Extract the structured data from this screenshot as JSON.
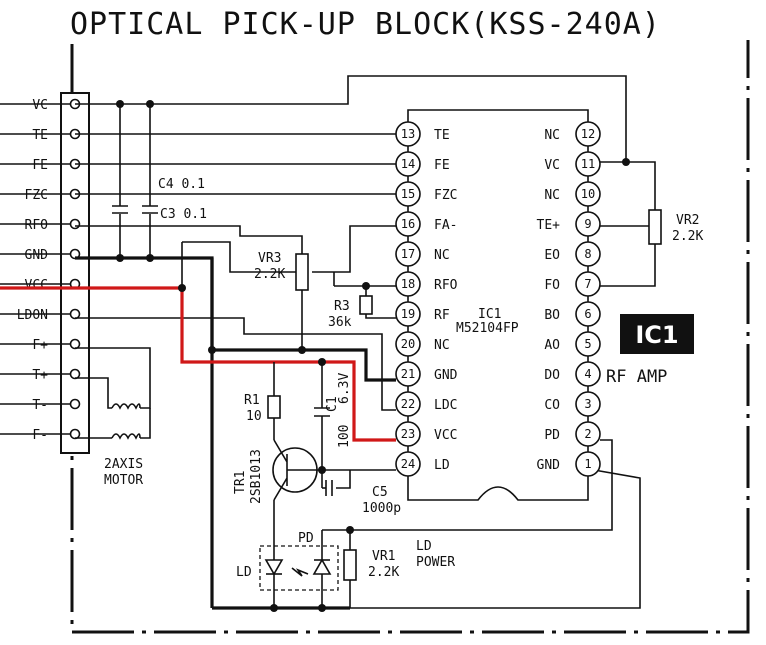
{
  "title": "OPTICAL PICK-UP BLOCK(KSS-240A)",
  "connector_labels": [
    "VC",
    "TE",
    "FE",
    "FZC",
    "RFO",
    "GND",
    "VCC",
    "LDON",
    "F+",
    "T+",
    "T-",
    "F-"
  ],
  "ic": {
    "ref": "IC1",
    "part": "M52104FP",
    "badge": "IC1",
    "function": "RF  AMP",
    "left_pins": [
      {
        "num": "13",
        "name": "TE"
      },
      {
        "num": "14",
        "name": "FE"
      },
      {
        "num": "15",
        "name": "FZC"
      },
      {
        "num": "16",
        "name": "FA-"
      },
      {
        "num": "17",
        "name": "NC"
      },
      {
        "num": "18",
        "name": "RFO"
      },
      {
        "num": "19",
        "name": "RF"
      },
      {
        "num": "20",
        "name": "NC"
      },
      {
        "num": "21",
        "name": "GND"
      },
      {
        "num": "22",
        "name": "LDC"
      },
      {
        "num": "23",
        "name": "VCC"
      },
      {
        "num": "24",
        "name": "LD"
      }
    ],
    "right_pins": [
      {
        "num": "12",
        "name": "NC"
      },
      {
        "num": "11",
        "name": "VC"
      },
      {
        "num": "10",
        "name": "NC"
      },
      {
        "num": "9",
        "name": "TE+"
      },
      {
        "num": "8",
        "name": "EO"
      },
      {
        "num": "7",
        "name": "FO"
      },
      {
        "num": "6",
        "name": "BO"
      },
      {
        "num": "5",
        "name": "AO"
      },
      {
        "num": "4",
        "name": "DO"
      },
      {
        "num": "3",
        "name": "CO"
      },
      {
        "num": "2",
        "name": "PD"
      },
      {
        "num": "1",
        "name": "GND"
      }
    ]
  },
  "components": {
    "c4": {
      "ref": "C4",
      "value": "0.1"
    },
    "c3": {
      "ref": "C3",
      "value": "0.1"
    },
    "vr3": {
      "ref": "VR3",
      "value": "2.2K"
    },
    "r3": {
      "ref": "R3",
      "value": "36k"
    },
    "vr2": {
      "ref": "VR2",
      "value": "2.2K"
    },
    "r1": {
      "ref": "R1",
      "value": "10"
    },
    "c1": {
      "ref": "C1",
      "value": "100",
      "voltage": "6.3V"
    },
    "tr1": {
      "ref": "TR1",
      "value": "2SB1013"
    },
    "c5": {
      "ref": "C5",
      "value": "1000p"
    },
    "vr1": {
      "ref": "VR1",
      "value": "2.2K",
      "function_line1": "LD",
      "function_line2": "POWER"
    },
    "motor": {
      "line1": "2AXIS",
      "line2": "MOTOR"
    }
  },
  "diode_labels": {
    "ld": "LD",
    "pd": "PD"
  }
}
